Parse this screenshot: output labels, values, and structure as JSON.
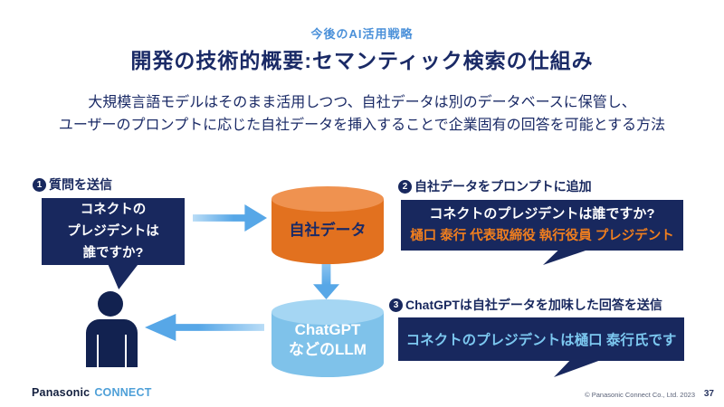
{
  "slide": {
    "eyebrow": "今後のAI活用戦略",
    "title": "開発の技術的概要:セマンティック検索の仕組み",
    "description_line1": "大規模言語モデルはそのまま活用しつつ、自社データは別のデータベースに保管し、",
    "description_line2": "ユーザーのプロンプトに応じた自社データを挿入することで企業固有の回答を可能とする方法"
  },
  "diagram": {
    "step1": {
      "number": "1",
      "label": "質問を送信",
      "bubble_lines": [
        "コネクトの",
        "プレジデントは",
        "誰ですか?"
      ]
    },
    "data_cylinder": {
      "label": "自社データ"
    },
    "step2": {
      "number": "2",
      "label": "自社データをプロンプトに追加",
      "bubble_question": "コネクトのプレジデントは誰ですか?",
      "bubble_answer": "樋口 泰行 代表取締役 執行役員 プレジデント"
    },
    "llm_cylinder": {
      "label_line1": "ChatGPT",
      "label_line2": "などのLLM"
    },
    "step3": {
      "number": "3",
      "label": "ChatGPTは自社データを加味した回答を送信",
      "bubble_text": "コネクトのプレジデントは樋口 泰行氏です"
    }
  },
  "footer": {
    "logo_panasonic": "Panasonic",
    "logo_connect": "CONNECT",
    "copyright": "© Panasonic Connect Co., Ltd. 2023",
    "page_number": "37"
  },
  "colors": {
    "navy": "#18285E",
    "title_navy": "#1A2A66",
    "eyebrow_blue": "#4A90D9",
    "arrow_blue": "#57A7E7",
    "cylinder_orange_body": "#E2711F",
    "cylinder_orange_top": "#EF9250",
    "cylinder_blue_body": "#7FC2EA",
    "cylinder_blue_top": "#A5D6F3",
    "answer_orange_text": "#F07E1E",
    "answer_lightblue_text": "#7CC8F0",
    "logo_connect_blue": "#4FA0D8"
  }
}
